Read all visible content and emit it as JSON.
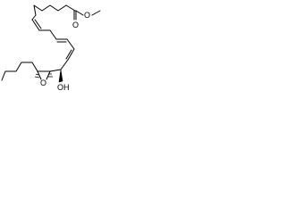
{
  "molecule": {
    "atoms": {
      "ester_carbonyl_o": "O",
      "ester_o": "O",
      "epoxide_o": "O",
      "hydroxyl": "OH"
    }
  }
}
